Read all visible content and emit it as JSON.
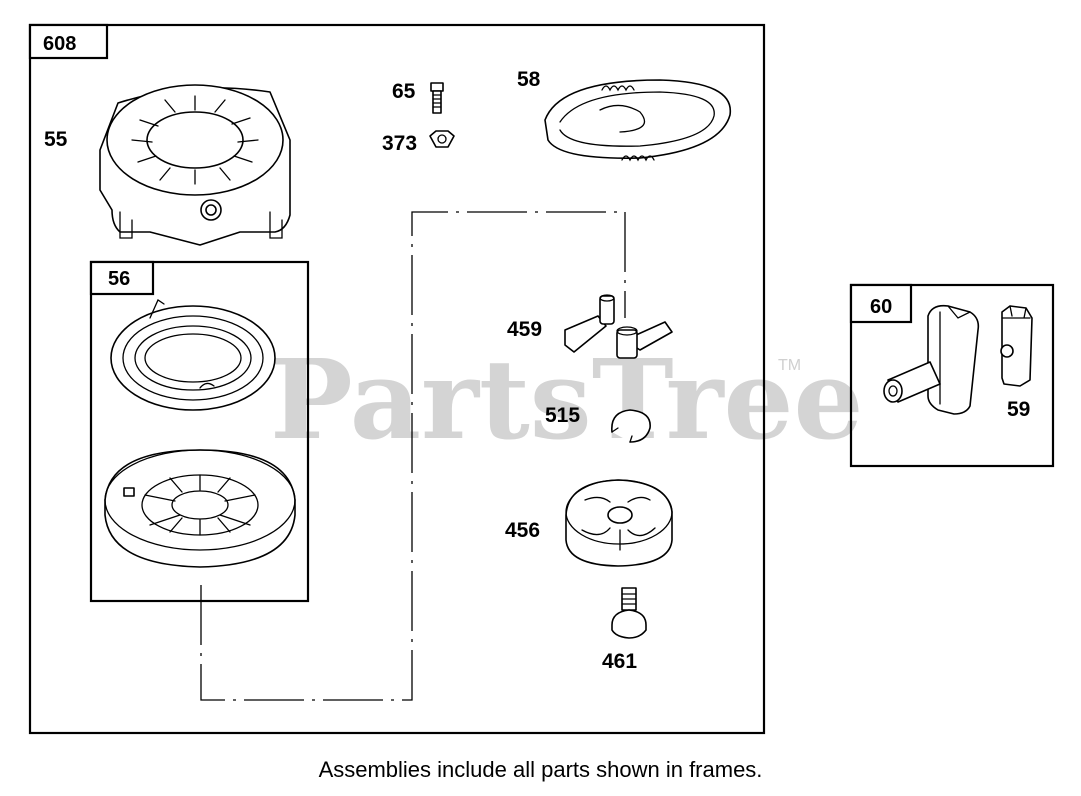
{
  "watermark": {
    "text": "PartsTree",
    "trademark": "TM"
  },
  "assemblies": [
    {
      "id": "608",
      "contains": [
        "55",
        "56",
        "65",
        "373",
        "58",
        "459",
        "515",
        "456",
        "461"
      ]
    },
    {
      "id": "56",
      "contains": [
        "spring",
        "pulley"
      ]
    },
    {
      "id": "60",
      "contains": [
        "59"
      ]
    }
  ],
  "parts": {
    "p55": "55",
    "p65": "65",
    "p373": "373",
    "p58": "58",
    "p459": "459",
    "p515": "515",
    "p456": "456",
    "p461": "461",
    "p59": "59"
  },
  "frames": {
    "f608": "608",
    "f56": "56",
    "f60": "60"
  },
  "caption": "Assemblies include all parts shown in frames."
}
